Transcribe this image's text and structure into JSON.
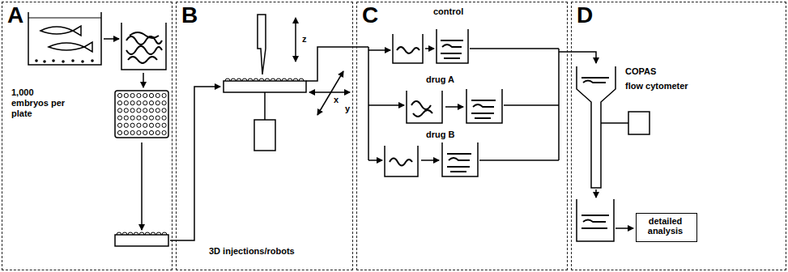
{
  "diagram": {
    "nodes": [
      {
        "text": [
          "A"
        ]
      },
      {
        "text": [
          "B"
        ]
      },
      {
        "text": [
          "C"
        ]
      },
      {
        "text": [
          "D"
        ]
      },
      {
        "text": [
          "detailed analysis"
        ],
        "in": 3
      }
    ],
    "labels": [
      "1,000 embryos per plate",
      "z",
      "x",
      "y",
      "3D injections/robots",
      "control",
      "drug A",
      "drug B",
      "COPAS",
      "flow cytometer"
    ]
  }
}
